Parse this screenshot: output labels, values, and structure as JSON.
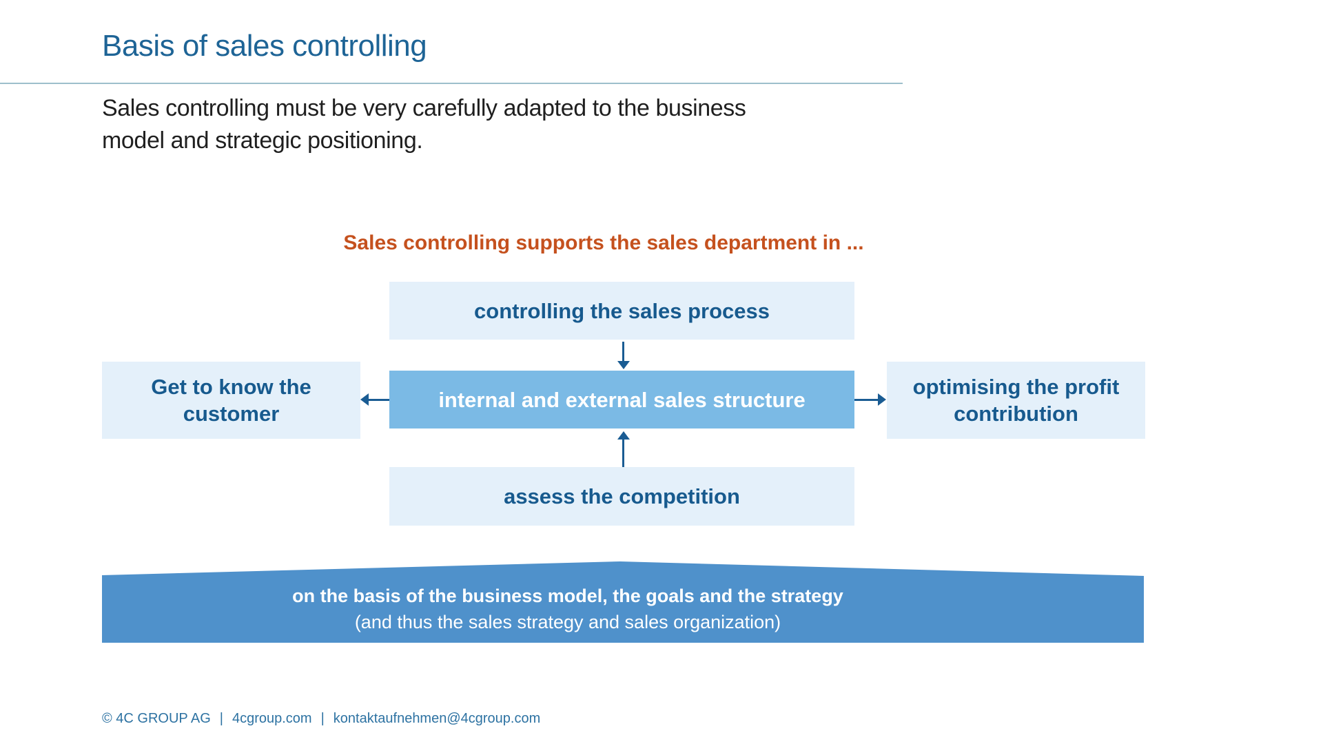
{
  "slide": {
    "title": "Basis of sales controlling",
    "intro": "Sales controlling must be very carefully adapted to the business\nmodel and strategic positioning."
  },
  "diagram": {
    "heading": "Sales controlling supports the sales department in ...",
    "boxes": {
      "top": {
        "label": "controlling the sales process"
      },
      "left": {
        "label": "Get to know the\ncustomer"
      },
      "center": {
        "label": "internal and external sales structure"
      },
      "right": {
        "label": "optimising the profit\ncontribution"
      },
      "bottom": {
        "label": "assess the competition"
      }
    },
    "connections": [
      {
        "from": "controlling the sales process",
        "to": "internal and external sales structure",
        "direction": "down"
      },
      {
        "from": "internal and external sales structure",
        "to": "Get to know the customer",
        "direction": "left"
      },
      {
        "from": "internal and external sales structure",
        "to": "optimising the profit contribution",
        "direction": "right"
      },
      {
        "from": "assess the competition",
        "to": "internal and external sales structure",
        "direction": "up"
      }
    ]
  },
  "banner": {
    "line1": "on the basis of the business model, the goals and the strategy",
    "line2": "(and thus the sales strategy and sales organization)"
  },
  "footer": {
    "copyright": "© 4C GROUP AG",
    "separator": "|",
    "website": "4cgroup.com",
    "email": "kontaktaufnehmen@4cgroup.com"
  },
  "theme": {
    "title-blue": "#1E6496",
    "text-dark": "#1F1F1F",
    "accent-orange": "#C5511E",
    "box-text-blue": "#175A8E",
    "box-light-bg": "#E4F0FA",
    "box-mid-bg": "#7BBAE5",
    "banner-bg": "#4F91CB",
    "arrow-blue": "#1A5C93",
    "footer-blue": "#2D72A2",
    "rule-color": "#9DBFCB"
  }
}
